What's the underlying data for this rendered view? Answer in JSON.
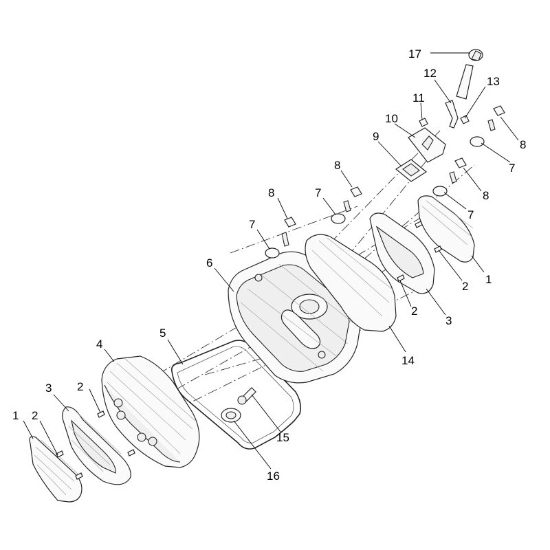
{
  "diagram": {
    "labels": [
      {
        "id": "l1",
        "text": "1"
      },
      {
        "id": "l2",
        "text": "2"
      },
      {
        "id": "l3",
        "text": "3"
      },
      {
        "id": "l4",
        "text": "4"
      },
      {
        "id": "l5",
        "text": "5"
      },
      {
        "id": "l6",
        "text": "6"
      },
      {
        "id": "l7",
        "text": "7"
      },
      {
        "id": "l8",
        "text": "8"
      },
      {
        "id": "l9",
        "text": "9"
      },
      {
        "id": "l10",
        "text": "10"
      },
      {
        "id": "l11",
        "text": "11"
      },
      {
        "id": "l12",
        "text": "12"
      },
      {
        "id": "l13",
        "text": "13"
      },
      {
        "id": "l14",
        "text": "14"
      },
      {
        "id": "l15",
        "text": "15"
      },
      {
        "id": "l16",
        "text": "16"
      },
      {
        "id": "l17",
        "text": "17"
      },
      {
        "id": "l8b",
        "text": "8"
      },
      {
        "id": "l7b",
        "text": "7"
      },
      {
        "id": "l8c",
        "text": "8"
      },
      {
        "id": "l7c",
        "text": "7"
      },
      {
        "id": "l8d",
        "text": "8"
      },
      {
        "id": "l7d",
        "text": "7"
      },
      {
        "id": "l1b",
        "text": "1"
      },
      {
        "id": "l2b",
        "text": "2"
      },
      {
        "id": "l2c",
        "text": "2"
      },
      {
        "id": "l3b",
        "text": "3"
      },
      {
        "id": "l2d",
        "text": "2"
      },
      {
        "id": "l2e",
        "text": "2"
      }
    ]
  }
}
